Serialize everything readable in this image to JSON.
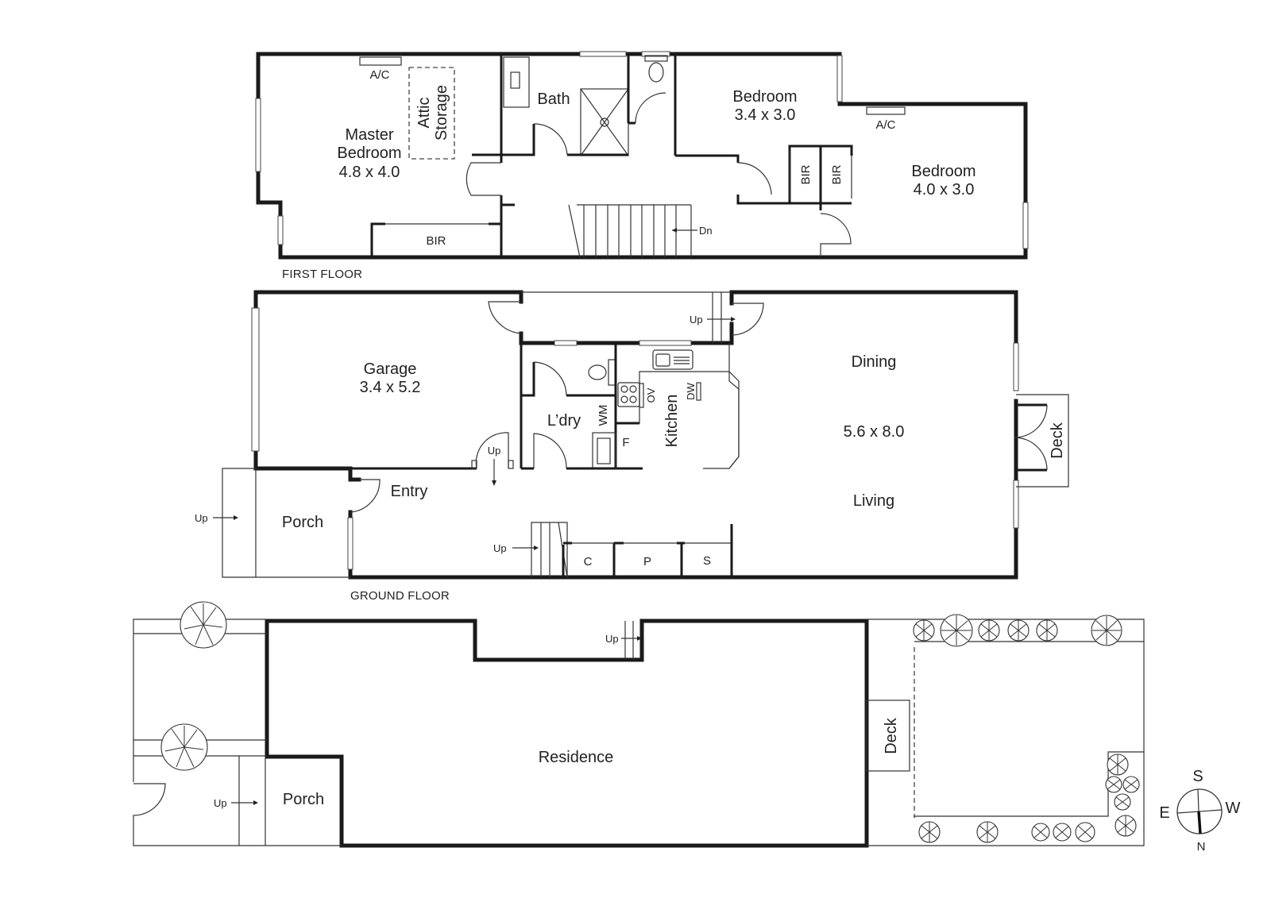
{
  "first_floor": {
    "caption": "FIRST FLOOR",
    "rooms": {
      "master_bedroom": {
        "name_line1": "Master",
        "name_line2": "Bedroom",
        "size": "4.8 x 4.0"
      },
      "attic_storage": {
        "line1": "Attic",
        "line2": "Storage"
      },
      "bath": {
        "name": "Bath"
      },
      "bedroom2": {
        "name": "Bedroom",
        "size": "3.4 x 3.0"
      },
      "bedroom3": {
        "name": "Bedroom",
        "size": "4.0 x 3.0"
      }
    },
    "fixtures": {
      "ac_master": "A/C",
      "ac_bedroom3": "A/C",
      "bir_master": "BIR",
      "bir_a": "BIR",
      "bir_b": "BIR",
      "stairs_dn": "Dn"
    }
  },
  "ground_floor": {
    "caption": "GROUND FLOOR",
    "rooms": {
      "garage": {
        "name": "Garage",
        "size": "3.4 x 5.2"
      },
      "laundry": {
        "name": "L’dry"
      },
      "kitchen": {
        "name": "Kitchen"
      },
      "dining": {
        "name": "Dining"
      },
      "living_size": "5.6 x 8.0",
      "living": {
        "name": "Living"
      },
      "entry": {
        "name": "Entry"
      },
      "porch": {
        "name": "Porch"
      },
      "deck": {
        "name": "Deck"
      }
    },
    "fixtures": {
      "wm": "WM",
      "ov": "OV",
      "dw": "DW",
      "fridge": "F",
      "cupboard_c": "C",
      "cupboard_p": "P",
      "cupboard_s": "S",
      "up_porch": "Up",
      "up_garage": "Up",
      "up_stairs": "Up",
      "up_rear": "Up"
    }
  },
  "site_plan": {
    "residence": "Residence",
    "porch": "Porch",
    "deck": "Deck",
    "up_porch": "Up",
    "up_rear": "Up"
  },
  "compass": {
    "north": "N",
    "south": "S",
    "east": "E",
    "west": "W"
  }
}
